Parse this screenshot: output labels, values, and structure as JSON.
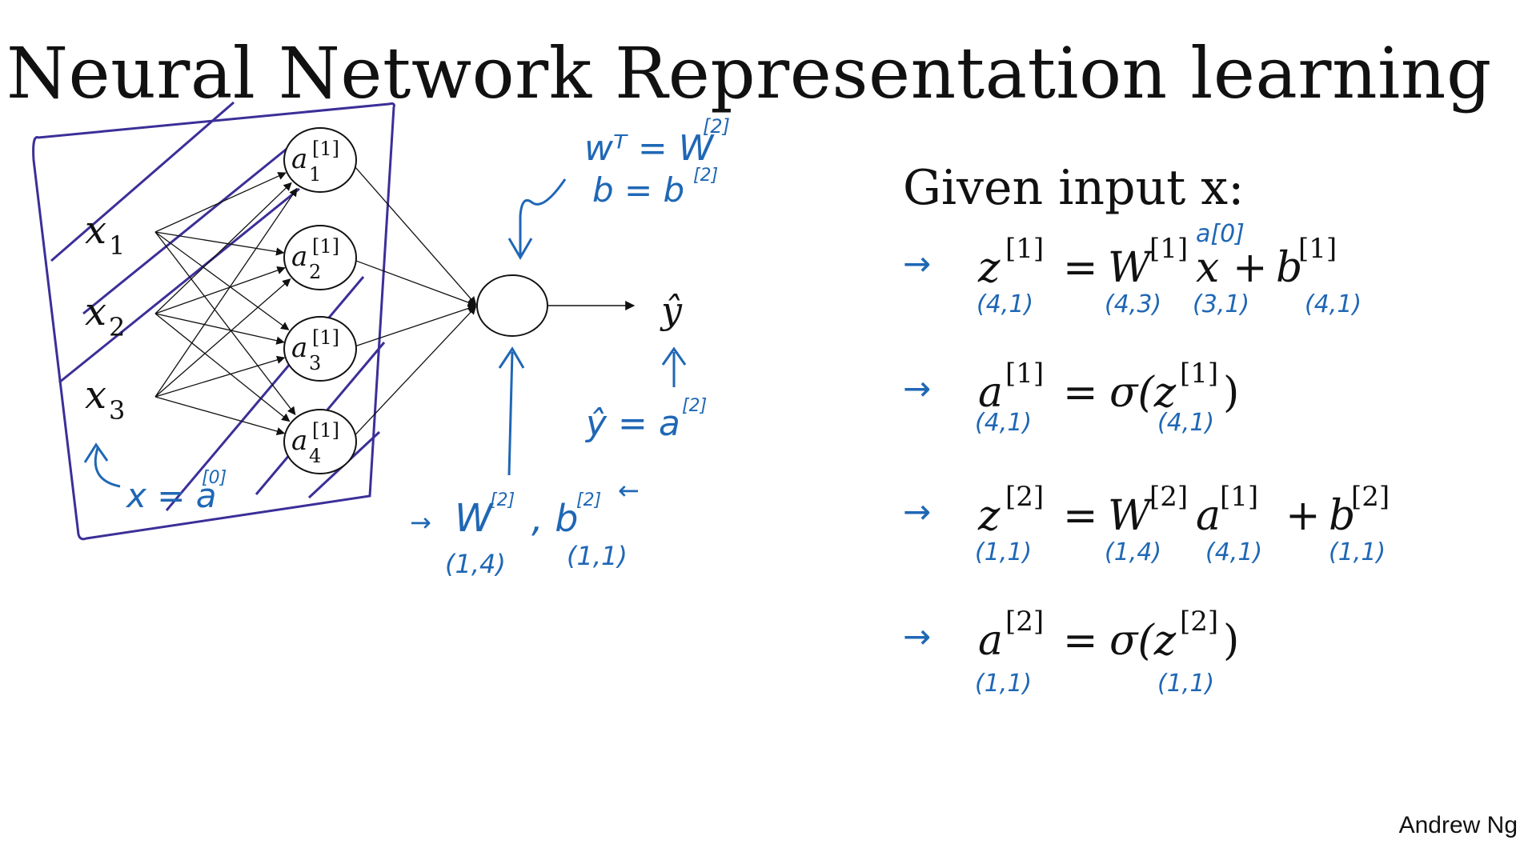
{
  "title": "Neural Network Representation learning",
  "given_heading": "Given input x:",
  "author": "Andrew Ng",
  "colors": {
    "ink": "#111111",
    "pen_blue": "#1f67b5",
    "pen_purple": "#3b2f98"
  },
  "network": {
    "inputs": [
      {
        "base": "x",
        "sub": "1"
      },
      {
        "base": "x",
        "sub": "2"
      },
      {
        "base": "x",
        "sub": "3"
      }
    ],
    "hidden": [
      {
        "base": "a",
        "sup": "[1]",
        "sub": "1"
      },
      {
        "base": "a",
        "sup": "[1]",
        "sub": "2"
      },
      {
        "base": "a",
        "sup": "[1]",
        "sub": "3"
      },
      {
        "base": "a",
        "sup": "[1]",
        "sub": "4"
      }
    ],
    "output_label": "ŷ"
  },
  "annotations": {
    "wt": "wᵀ = W",
    "wt_sup": "[2]",
    "b": "b = b",
    "b_sup": "[2]",
    "yhat": "ŷ = a",
    "yhat_sup": "[2]",
    "x_eq": "x = a",
    "x_eq_sup": "[0]",
    "w2": "W",
    "w2_sup": "[2]",
    "b2": ", b",
    "b2_sup": "[2]",
    "w2_dim": "(1,4)",
    "b2_dim": "(1,1)"
  },
  "equations": [
    {
      "arrow": "→",
      "lhs": "z",
      "lhs_sup": "[1]",
      "eq": "=",
      "rhs": [
        {
          "t": "W",
          "sup": "[1]"
        },
        {
          "t": "x",
          "sup": ""
        },
        {
          "t": "+",
          "sup": ""
        },
        {
          "t": "b",
          "sup": "[1]"
        }
      ],
      "note": "a[0]",
      "dims": [
        "(4,1)",
        "(4,3)",
        "(3,1)",
        "(4,1)"
      ]
    },
    {
      "arrow": "→",
      "lhs": "a",
      "lhs_sup": "[1]",
      "eq": "=",
      "rhs_text": "σ(z",
      "rhs_sup": "[1]",
      "rhs_close": ")",
      "dims": [
        "(4,1)",
        "(4,1)"
      ]
    },
    {
      "arrow": "→",
      "lhs": "z",
      "lhs_sup": "[2]",
      "eq": "=",
      "rhs": [
        {
          "t": "W",
          "sup": "[2]"
        },
        {
          "t": "a",
          "sup": "[1]"
        },
        {
          "t": "+",
          "sup": ""
        },
        {
          "t": "b",
          "sup": "[2]"
        }
      ],
      "dims": [
        "(1,1)",
        "(1,4)",
        "(4,1)",
        "(1,1)"
      ]
    },
    {
      "arrow": "→",
      "lhs": "a",
      "lhs_sup": "[2]",
      "eq": "=",
      "rhs_text": "σ(z",
      "rhs_sup": "[2]",
      "rhs_close": ")",
      "dims": [
        "(1,1)",
        "(1,1)"
      ]
    }
  ]
}
